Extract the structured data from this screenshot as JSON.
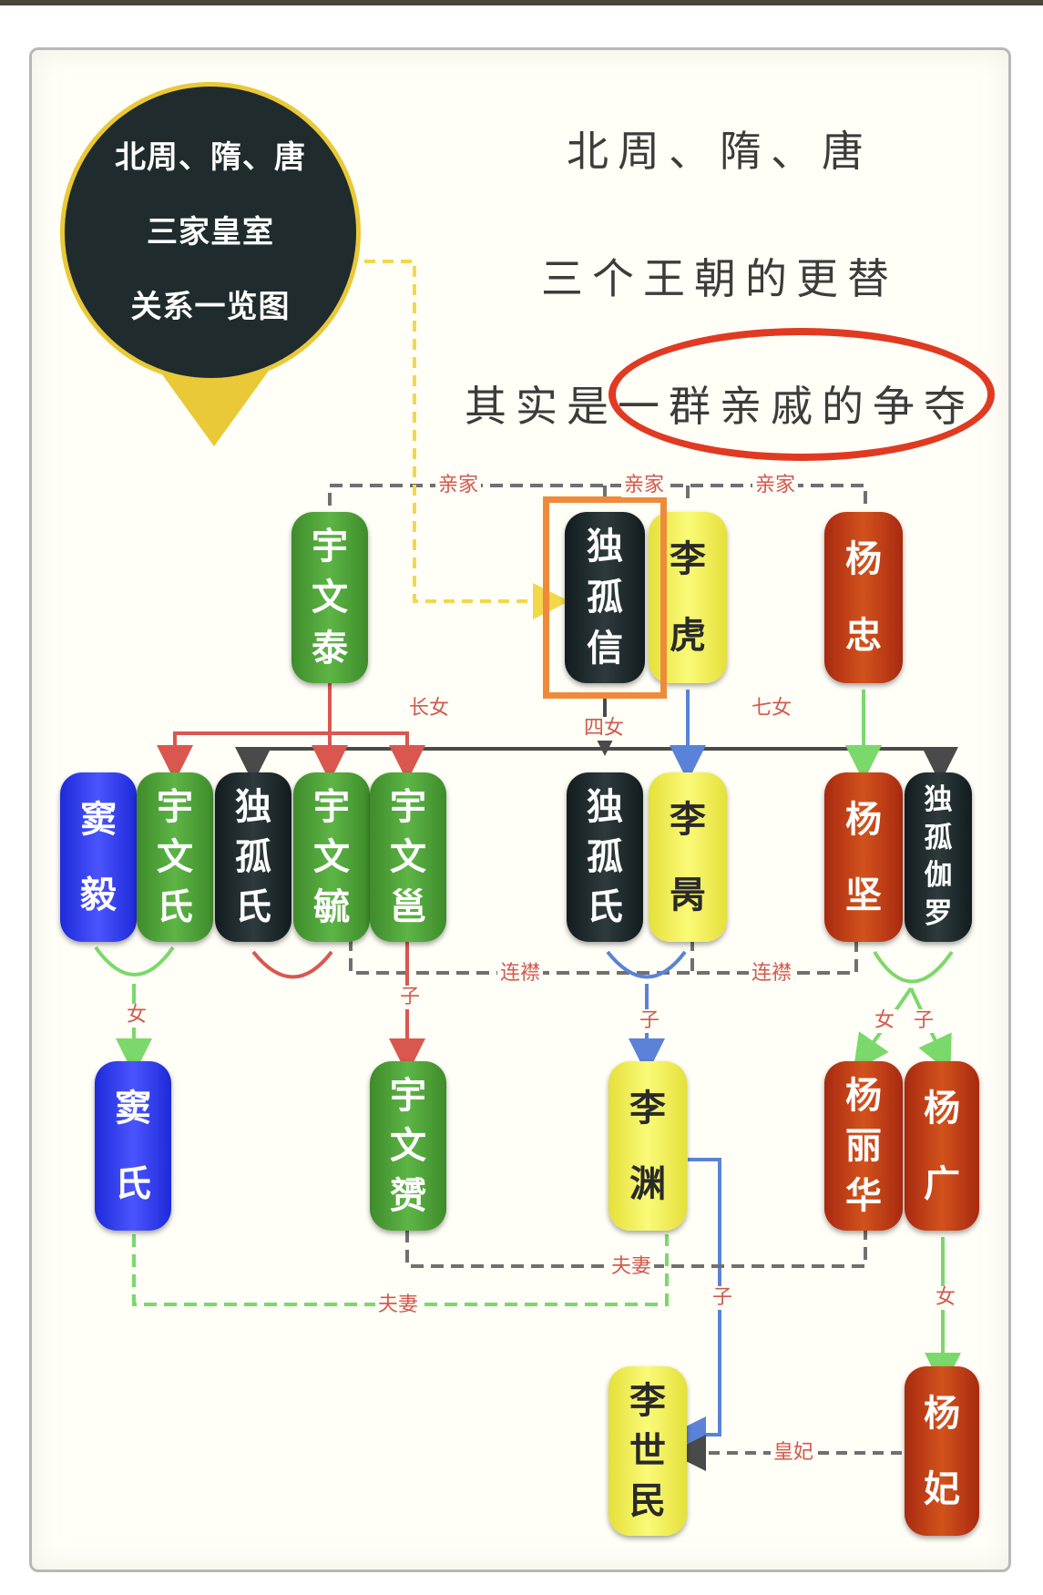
{
  "badge": {
    "line1": "北周、隋、唐",
    "line2": "三家皇室",
    "line3": "关系一览图"
  },
  "heading": {
    "line1": "北周、隋、唐",
    "line2": "三个王朝的更替",
    "line3": "其实是一群亲戚的争夺"
  },
  "colors": {
    "green": "#5db545",
    "dark": "#1f2b2c",
    "yellow": "#fbfa78",
    "red": "#c84a1a",
    "blue": "#3a46f0",
    "highlight_box": "#ef8a3a",
    "circle_mark": "#e03a22",
    "relation_text": "#d05a50"
  },
  "people": {
    "yuwen_tai": [
      "宇",
      "文",
      "泰"
    ],
    "dugu_xin": [
      "独",
      "孤",
      "信"
    ],
    "li_hu": [
      "李",
      "虎"
    ],
    "yang_zhong": [
      "杨",
      "忠"
    ],
    "dou_yi": [
      "窦",
      "毅"
    ],
    "yuwen_shi": [
      "宇",
      "文",
      "氏"
    ],
    "dugu_shi_1": [
      "独",
      "孤",
      "氏"
    ],
    "yuwen_yu": [
      "宇",
      "文",
      "毓"
    ],
    "yuwen_yong": [
      "宇",
      "文",
      "邕"
    ],
    "dugu_shi_2": [
      "独",
      "孤",
      "氏"
    ],
    "li_bing": [
      "李",
      "昺"
    ],
    "yang_jian": [
      "杨",
      "坚"
    ],
    "dugu_qieluo": [
      "独",
      "孤",
      "伽",
      "罗"
    ],
    "dou_shi": [
      "窦",
      "氏"
    ],
    "yuwen_yun": [
      "宇",
      "文",
      "赟"
    ],
    "li_yuan": [
      "李",
      "渊"
    ],
    "yang_lihua": [
      "杨",
      "丽",
      "华"
    ],
    "yang_guang": [
      "杨",
      "广"
    ],
    "li_shimin": [
      "李",
      "世",
      "民"
    ],
    "yang_fei": [
      "杨",
      "妃"
    ]
  },
  "relations": {
    "qinjia_1": "亲家",
    "qinjia_2": "亲家",
    "qinjia_3": "亲家",
    "changnv": "长女",
    "qinv": "七女",
    "sinv": "四女",
    "lianjin_1": "连襟",
    "lianjin_2": "连襟",
    "nv_dou": "女",
    "zi_yuwen": "子",
    "zi_li": "子",
    "nv_yang": "女",
    "zi_yang": "子",
    "fuqi_1": "夫妻",
    "fuqi_2": "夫妻",
    "zi_shimin": "子",
    "nv_yangfei": "女",
    "huangfei": "皇妃"
  }
}
